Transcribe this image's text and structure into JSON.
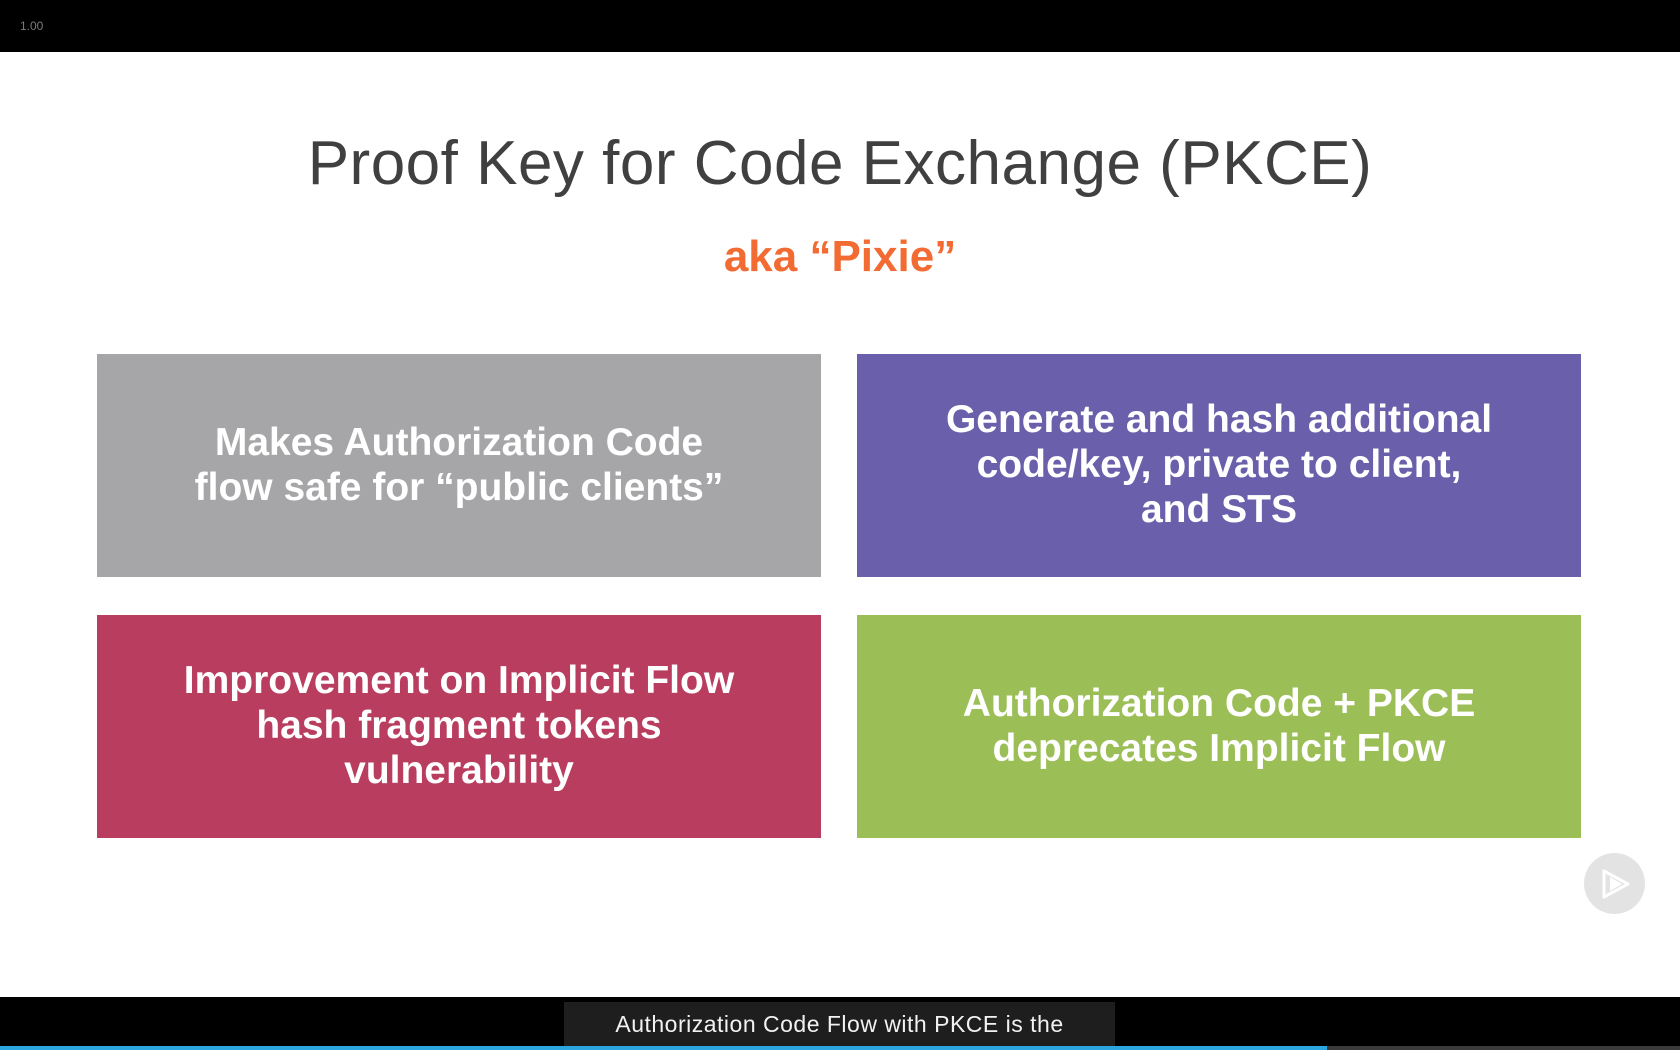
{
  "player": {
    "speed_label": "1.00",
    "caption": "Authorization Code Flow with PKCE is the",
    "progress": 0.79
  },
  "slide": {
    "title": "Proof Key for Code Exchange (PKCE)",
    "subtitle": "aka “Pixie”",
    "cards": [
      {
        "text": "Makes Authorization Code\nflow safe for “public clients”",
        "color": "#a6a6a8"
      },
      {
        "text": "Generate and hash additional\ncode/key, private to client,\nand STS",
        "color": "#6a5fab"
      },
      {
        "text": "Improvement on Implicit Flow\nhash fragment tokens\nvulnerability",
        "color": "#b83d5e"
      },
      {
        "text": "Authorization Code + PKCE\ndeprecates Implicit Flow",
        "color": "#9bbe56"
      }
    ]
  },
  "colors": {
    "accent": "#f26b33",
    "progress": "#2aa7e0"
  },
  "icons": {
    "next": "play-next-icon"
  }
}
